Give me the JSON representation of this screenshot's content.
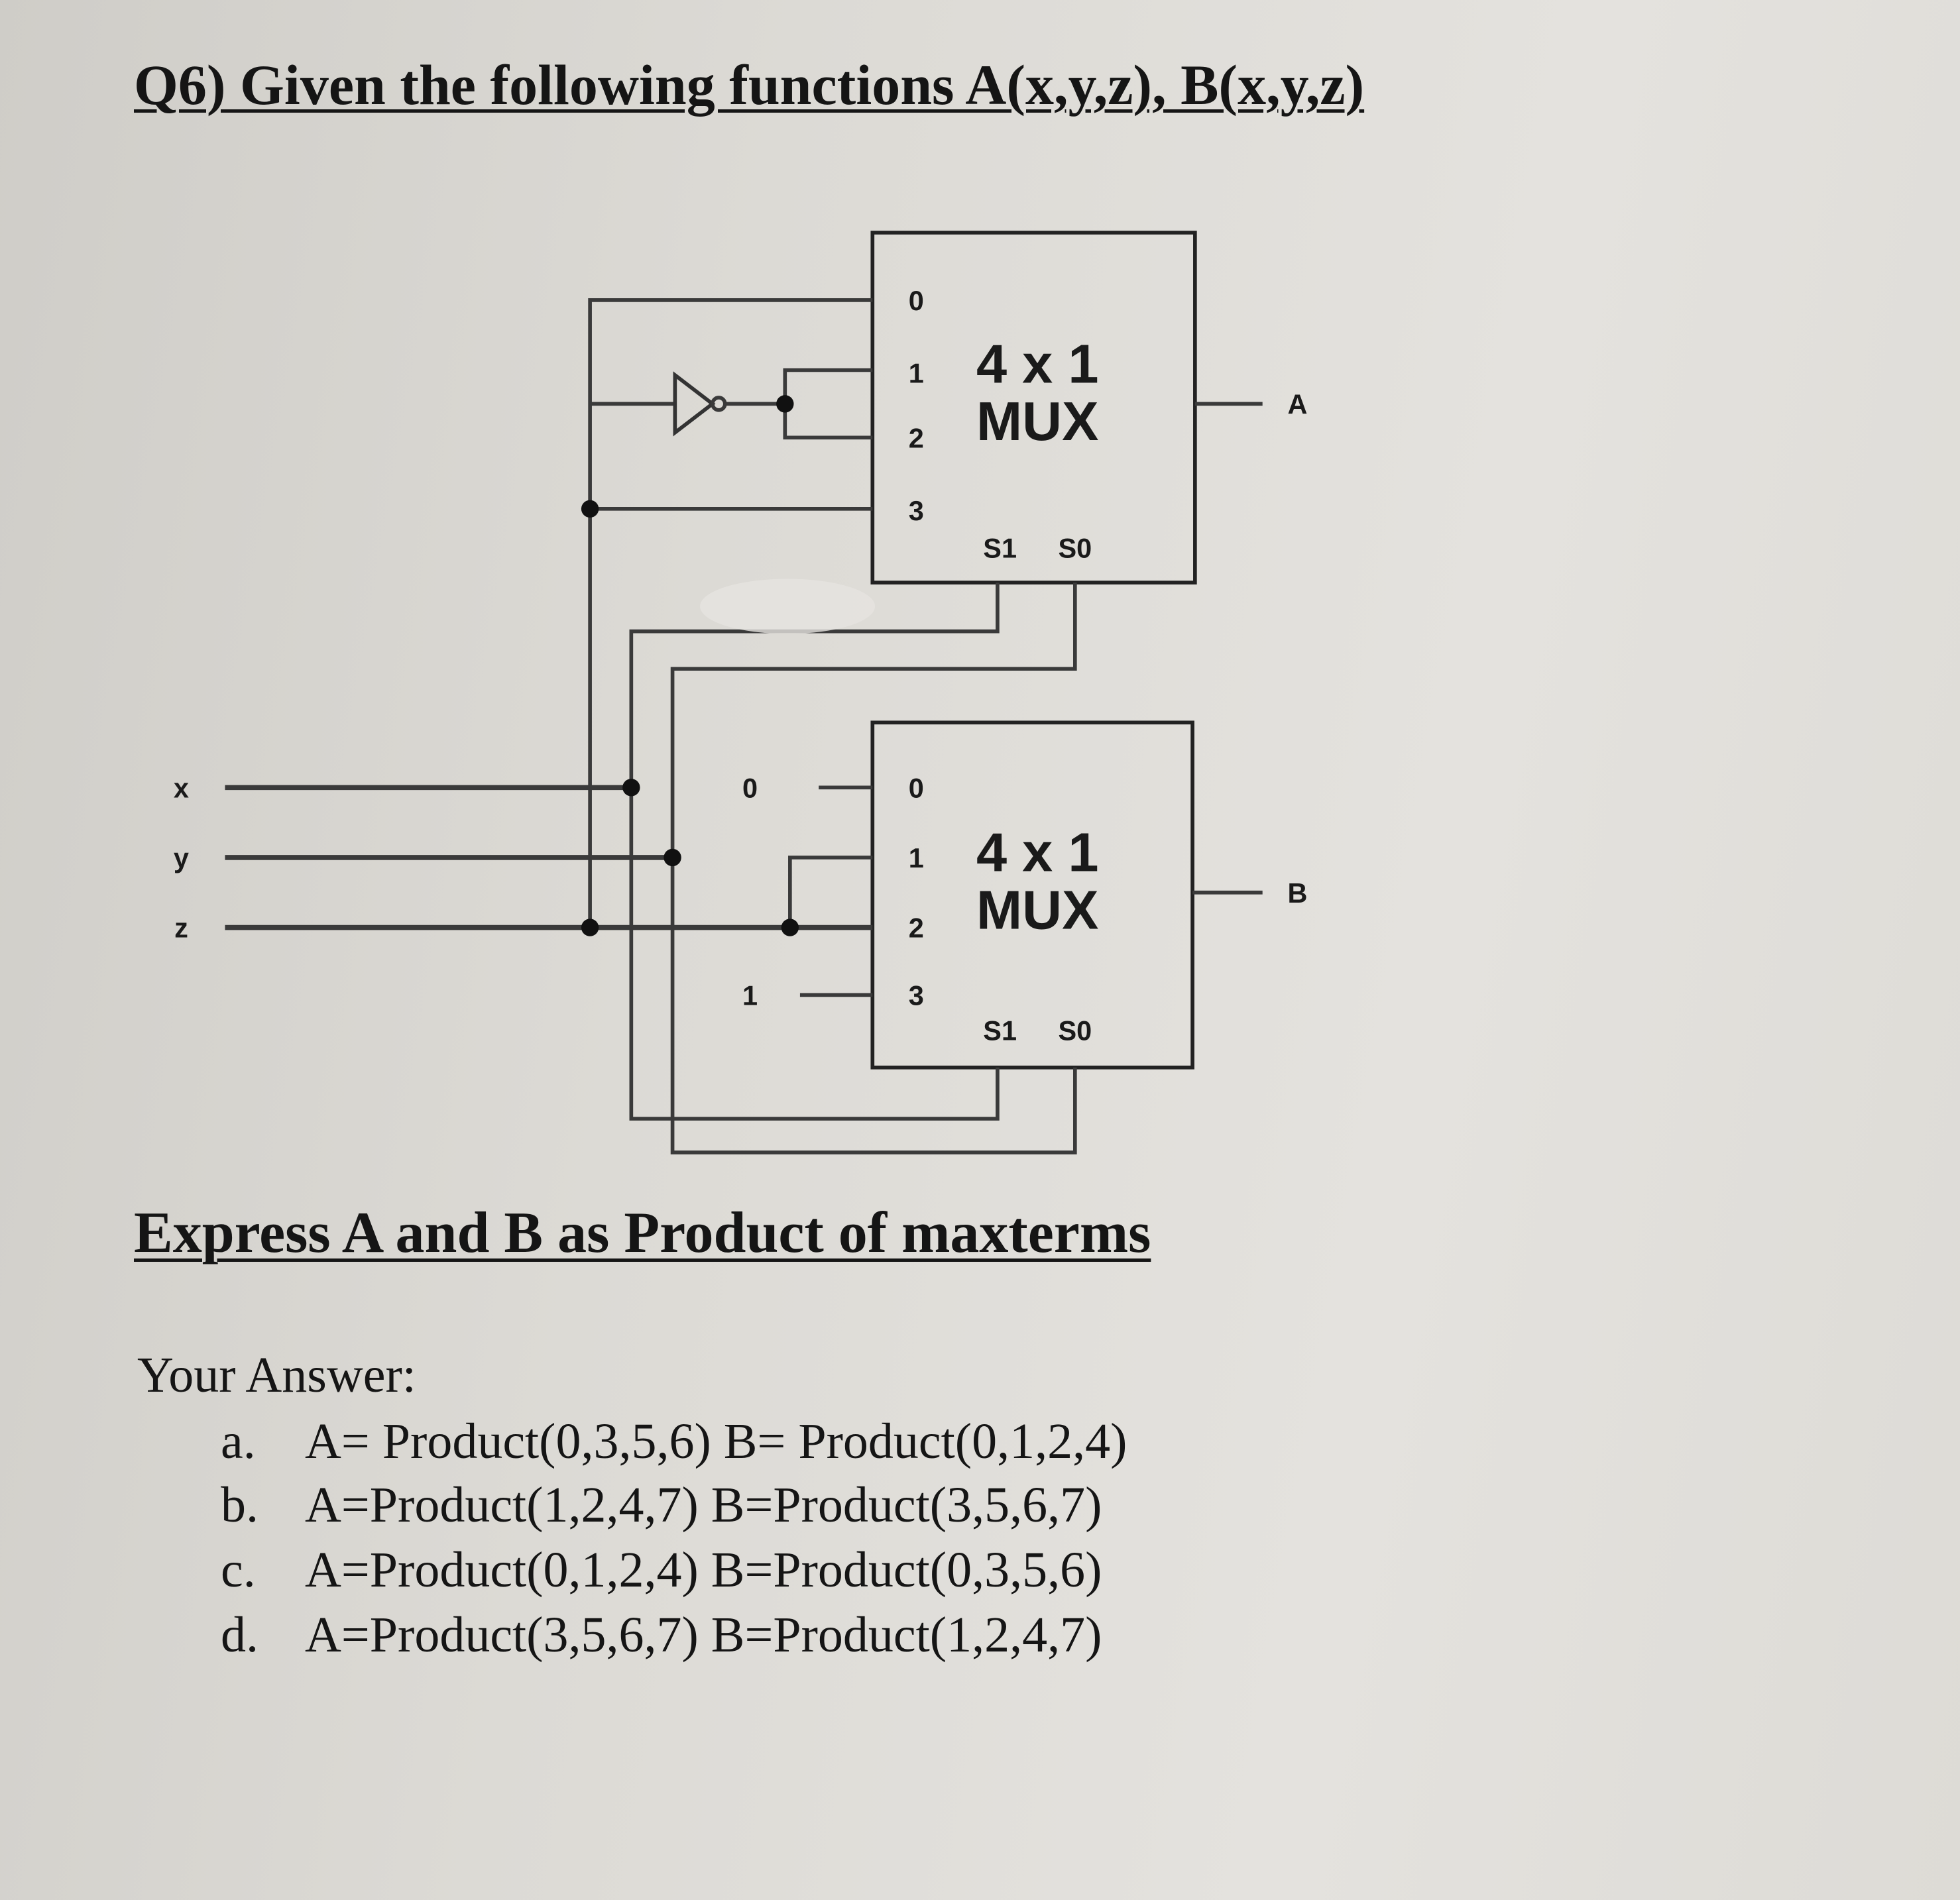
{
  "question": {
    "title": "Q6) Given the following functions A(x,y,z), B(x,y,z)",
    "prompt": "Express A and B as Product of maxterms"
  },
  "diagram": {
    "inputs": [
      "x",
      "y",
      "z"
    ],
    "mux_top": {
      "label_line1": "4 x 1",
      "label_line2": "MUX",
      "data_inputs": [
        "0",
        "1",
        "2",
        "3"
      ],
      "select": [
        "S1",
        "S0"
      ],
      "output": "A"
    },
    "mux_bottom": {
      "label_line1": "4 x 1",
      "label_line2": "MUX",
      "data_inputs": [
        "0",
        "1",
        "2",
        "3"
      ],
      "select": [
        "S1",
        "S0"
      ],
      "output": "B"
    },
    "constants": {
      "zero": "0",
      "one": "1"
    }
  },
  "answer": {
    "label": "Your Answer:",
    "options": [
      {
        "letter": "a.",
        "text": "A= Product(0,3,5,6) B= Product(0,1,2,4)"
      },
      {
        "letter": "b.",
        "text": "A=Product(1,2,4,7) B=Product(3,5,6,7)"
      },
      {
        "letter": "c.",
        "text": "A=Product(0,1,2,4) B=Product(0,3,5,6)"
      },
      {
        "letter": "d.",
        "text": "A=Product(3,5,6,7) B=Product(1,2,4,7)"
      }
    ]
  }
}
